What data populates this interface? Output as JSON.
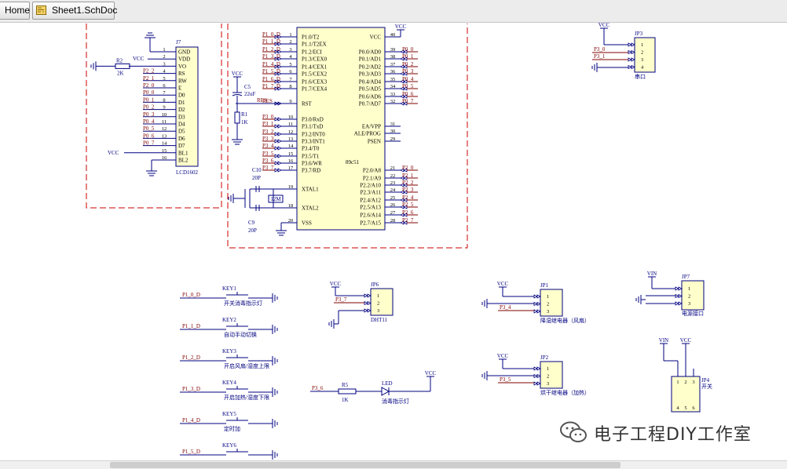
{
  "tabs": [
    {
      "label": "Home",
      "icon": "home-icon"
    },
    {
      "label": "Sheet1.SchDoc",
      "icon": "schematic-document-icon",
      "active": true
    }
  ],
  "colors": {
    "wire": "#000080",
    "net": "#800000",
    "border": "#cc0000",
    "body": "#ffffcc"
  },
  "lcd": {
    "designator": "J7",
    "comment": "LCD1602",
    "pins": [
      {
        "n": "1",
        "name": "GND",
        "net": ""
      },
      {
        "n": "2",
        "name": "VDD",
        "net": "VCC"
      },
      {
        "n": "3",
        "name": "VO",
        "net": ""
      },
      {
        "n": "4",
        "name": "RS",
        "net": "P2_2"
      },
      {
        "n": "5",
        "name": "RW",
        "net": "P2_1"
      },
      {
        "n": "6",
        "name": "E",
        "net": "P2_0"
      },
      {
        "n": "7",
        "name": "D0",
        "net": "P0_0"
      },
      {
        "n": "8",
        "name": "D1",
        "net": "P0_1"
      },
      {
        "n": "9",
        "name": "D2",
        "net": "P0_2"
      },
      {
        "n": "10",
        "name": "D3",
        "net": "P0_3"
      },
      {
        "n": "11",
        "name": "D4",
        "net": "P0_4"
      },
      {
        "n": "12",
        "name": "D5",
        "net": "P0_5"
      },
      {
        "n": "13",
        "name": "D6",
        "net": "P0_6"
      },
      {
        "n": "14",
        "name": "D7",
        "net": "P0_7"
      },
      {
        "n": "15",
        "name": "BL1",
        "net": "VCC"
      },
      {
        "n": "16",
        "name": "BL2",
        "net": ""
      }
    ],
    "r2": {
      "designator": "R2",
      "value": "2K"
    }
  },
  "mcu": {
    "type": "89c51",
    "left_pins": [
      {
        "n": "1",
        "name": "P1.0/T2",
        "net": "P1_0_D"
      },
      {
        "n": "2",
        "name": "P1.1/T2EX",
        "net": "P1_1_D"
      },
      {
        "n": "3",
        "name": "P1.2/ECI",
        "net": "P1_2_D"
      },
      {
        "n": "4",
        "name": "P1.3/CEX0",
        "net": "P1_3_D"
      },
      {
        "n": "5",
        "name": "P1.4/CEX1",
        "net": "P1_4_D"
      },
      {
        "n": "6",
        "name": "P1.5/CEX2",
        "net": "P1_5_D"
      },
      {
        "n": "7",
        "name": "P1.6/CEX3",
        "net": "P1_6_D"
      },
      {
        "n": "8",
        "name": "P1.7/CEX4",
        "net": "P1_7_D"
      },
      {
        "n": "9",
        "name": "RST",
        "net": "RES"
      },
      {
        "n": "10",
        "name": "P3.0/RxD",
        "net": "P3_0"
      },
      {
        "n": "11",
        "name": "P3.1/TxD",
        "net": "P3_1"
      },
      {
        "n": "12",
        "name": "P3.2/INT0",
        "net": "P3_2"
      },
      {
        "n": "13",
        "name": "P3.3/INT1",
        "net": "P3_3"
      },
      {
        "n": "14",
        "name": "P3.4/T0",
        "net": "P3_4"
      },
      {
        "n": "15",
        "name": "P3.5/T1",
        "net": "P3_5"
      },
      {
        "n": "16",
        "name": "P3.6/WR",
        "net": "P3_6"
      },
      {
        "n": "17",
        "name": "P3.7/RD",
        "net": "P3_7"
      },
      {
        "n": "19",
        "name": "XTAL1",
        "net": ""
      },
      {
        "n": "18",
        "name": "XTAL2",
        "net": ""
      },
      {
        "n": "20",
        "name": "VSS",
        "net": ""
      }
    ],
    "right_pins": [
      {
        "n": "40",
        "name": "VCC",
        "net": "VCC"
      },
      {
        "n": "39",
        "name": "P0.0/AD0",
        "net": "P0_0"
      },
      {
        "n": "38",
        "name": "P0.1/AD1",
        "net": "P0_1"
      },
      {
        "n": "37",
        "name": "P0.2/AD2",
        "net": "P0_2"
      },
      {
        "n": "36",
        "name": "P0.3/AD3",
        "net": "P0_3"
      },
      {
        "n": "35",
        "name": "P0.4/AD4",
        "net": "P0_4"
      },
      {
        "n": "34",
        "name": "P0.5/AD5",
        "net": "P0_5"
      },
      {
        "n": "33",
        "name": "P0.6/AD6",
        "net": "P0_6"
      },
      {
        "n": "32",
        "name": "P0.7/AD7",
        "net": "P0_7"
      },
      {
        "n": "31",
        "name": "EA/VPP",
        "net": ""
      },
      {
        "n": "30",
        "name": "ALE/PROG",
        "net": ""
      },
      {
        "n": "29",
        "name": "PSEN",
        "net": ""
      },
      {
        "n": "21",
        "name": "P2.0/A8",
        "net": "P2_0"
      },
      {
        "n": "22",
        "name": "P2.1/A9",
        "net": "P2_1"
      },
      {
        "n": "23",
        "name": "P2.2/A10",
        "net": "P2_2"
      },
      {
        "n": "24",
        "name": "P2.3/A11",
        "net": "P2_3"
      },
      {
        "n": "25",
        "name": "P2.4/A12",
        "net": "P2_4"
      },
      {
        "n": "26",
        "name": "P2.5/A13",
        "net": "P2_5"
      },
      {
        "n": "27",
        "name": "P2.6/A14",
        "net": "P2_6"
      },
      {
        "n": "28",
        "name": "P2.7/A15",
        "net": "P2_7"
      }
    ],
    "c5": {
      "designator": "C5",
      "value": "22uF"
    },
    "r1": {
      "designator": "R1",
      "value": "1K"
    },
    "c10": {
      "designator": "C10",
      "value": "20P"
    },
    "c9": {
      "designator": "C9",
      "value": "20P"
    },
    "xtal": "12M",
    "vcc": "VCC"
  },
  "jp3": {
    "designator": "JP3",
    "label": "串口",
    "nets": [
      "P3_0",
      "P3_1"
    ],
    "pins": [
      "1",
      "2",
      "3",
      "4"
    ],
    "vcc": "VCC"
  },
  "keys": [
    {
      "designator": "KEY1",
      "net": "P1_0_D",
      "desc": "开关消毒指示灯"
    },
    {
      "designator": "KEY2",
      "net": "P1_1_D",
      "desc": "自动手动切换"
    },
    {
      "designator": "KEY3",
      "net": "P1_2_D",
      "desc": "开启风扇/湿度上限"
    },
    {
      "designator": "KEY4",
      "net": "P1_3_D",
      "desc": "开启加热/湿度下限"
    },
    {
      "designator": "KEY5",
      "net": "P1_4_D",
      "desc": "定时加"
    },
    {
      "designator": "KEY6",
      "net": "P1_5_D",
      "desc": ""
    }
  ],
  "jp6": {
    "designator": "JP6",
    "label": "DHT11",
    "vcc": "VCC",
    "net": "P3_7",
    "pins": [
      "1",
      "2",
      "3"
    ]
  },
  "led": {
    "net": "P3_6",
    "r_designator": "R5",
    "r_value": "1K",
    "designator": "LED",
    "label": "消毒指示灯",
    "vcc": "VCC"
  },
  "jp1": {
    "designator": "JP1",
    "label": "降湿继电器（风扇）",
    "vcc": "VCC",
    "net": "P3_4",
    "pins": [
      "1",
      "2",
      "3"
    ]
  },
  "jp2": {
    "designator": "JP2",
    "label": "烘干继电器（加热）",
    "vcc": "VCC",
    "net": "P3_5",
    "pins": [
      "1",
      "2",
      "3"
    ]
  },
  "jp7": {
    "designator": "JP7",
    "label": "电源接口",
    "vin": "VIN",
    "pins": [
      "1",
      "2",
      "3"
    ]
  },
  "jp4": {
    "designator": "JP4",
    "label": "开关",
    "vin": "VIN",
    "vcc": "VCC",
    "pins": [
      "1",
      "2",
      "3",
      "4",
      "5",
      "6"
    ]
  },
  "watermark": "电子工程DIY工作室"
}
